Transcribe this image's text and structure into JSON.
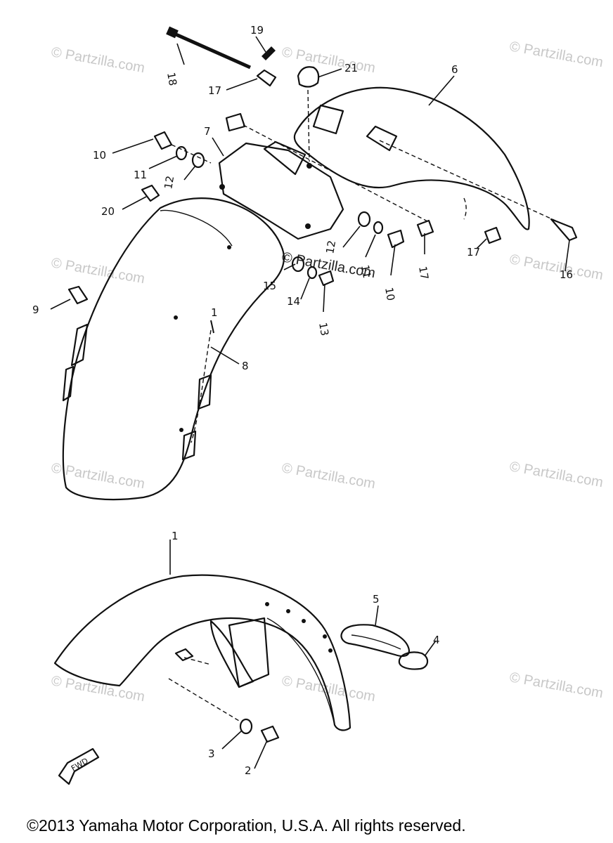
{
  "watermark": "© Partzilla.com",
  "copyright": "©2013 Yamaha Motor Corporation, U.S.A. All rights reserved.",
  "fwd_label": "FWD",
  "callouts": [
    {
      "id": "1a",
      "label": "1"
    },
    {
      "id": "1b",
      "label": "1"
    },
    {
      "id": "2",
      "label": "2"
    },
    {
      "id": "3",
      "label": "3"
    },
    {
      "id": "4",
      "label": "4"
    },
    {
      "id": "5",
      "label": "5"
    },
    {
      "id": "6",
      "label": "6"
    },
    {
      "id": "7",
      "label": "7"
    },
    {
      "id": "8",
      "label": "8"
    },
    {
      "id": "9",
      "label": "9"
    },
    {
      "id": "10a",
      "label": "10"
    },
    {
      "id": "10b",
      "label": "10"
    },
    {
      "id": "11a",
      "label": "11"
    },
    {
      "id": "11b",
      "label": "11"
    },
    {
      "id": "12a",
      "label": "12"
    },
    {
      "id": "12b",
      "label": "12"
    },
    {
      "id": "13",
      "label": "13"
    },
    {
      "id": "14",
      "label": "14"
    },
    {
      "id": "15",
      "label": "15"
    },
    {
      "id": "16",
      "label": "16"
    },
    {
      "id": "17a",
      "label": "17"
    },
    {
      "id": "17b",
      "label": "17"
    },
    {
      "id": "17c",
      "label": "17"
    },
    {
      "id": "18",
      "label": "18"
    },
    {
      "id": "19",
      "label": "19"
    },
    {
      "id": "20",
      "label": "20"
    },
    {
      "id": "21",
      "label": "21"
    }
  ]
}
